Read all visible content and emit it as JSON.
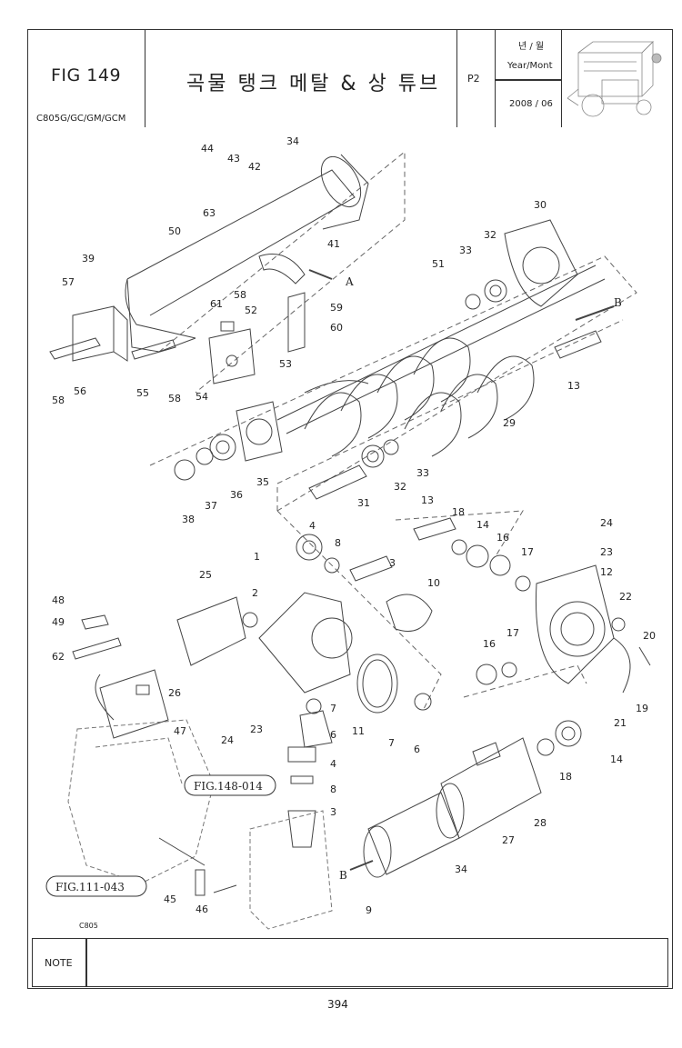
{
  "header": {
    "figure": "FIG 149",
    "model": "C805G/GC/GM/GCM",
    "title": "곡물 탱크 메탈 & 상 튜브",
    "page_code": "P2",
    "year_month_kr": "년 / 월",
    "year_month_en": "Year/Mont",
    "date": "2008 / 06"
  },
  "diagram": {
    "arrow_a": "A",
    "arrow_b": "B",
    "ref_148": "FIG.148-014",
    "ref_111": "FIG.111-043",
    "model_mark": "C805",
    "callouts": [
      "44",
      "43",
      "42",
      "34",
      "63",
      "50",
      "41",
      "39",
      "57",
      "61",
      "58",
      "52",
      "59",
      "60",
      "53",
      "56",
      "55",
      "58",
      "58",
      "54",
      "30",
      "33",
      "32",
      "51",
      "13",
      "29",
      "35",
      "38",
      "37",
      "36",
      "32",
      "33",
      "31",
      "13",
      "18",
      "14",
      "16",
      "17",
      "24",
      "23",
      "12",
      "22",
      "4",
      "8",
      "3",
      "10",
      "1",
      "25",
      "2",
      "48",
      "49",
      "62",
      "26",
      "24",
      "23",
      "7",
      "6",
      "4",
      "8",
      "3",
      "11",
      "7",
      "6",
      "47",
      "16",
      "17",
      "20",
      "21",
      "19",
      "14",
      "18",
      "28",
      "27",
      "34",
      "45",
      "46",
      "9"
    ]
  },
  "note": {
    "label": "NOTE"
  },
  "footer": {
    "page_number": "394"
  }
}
